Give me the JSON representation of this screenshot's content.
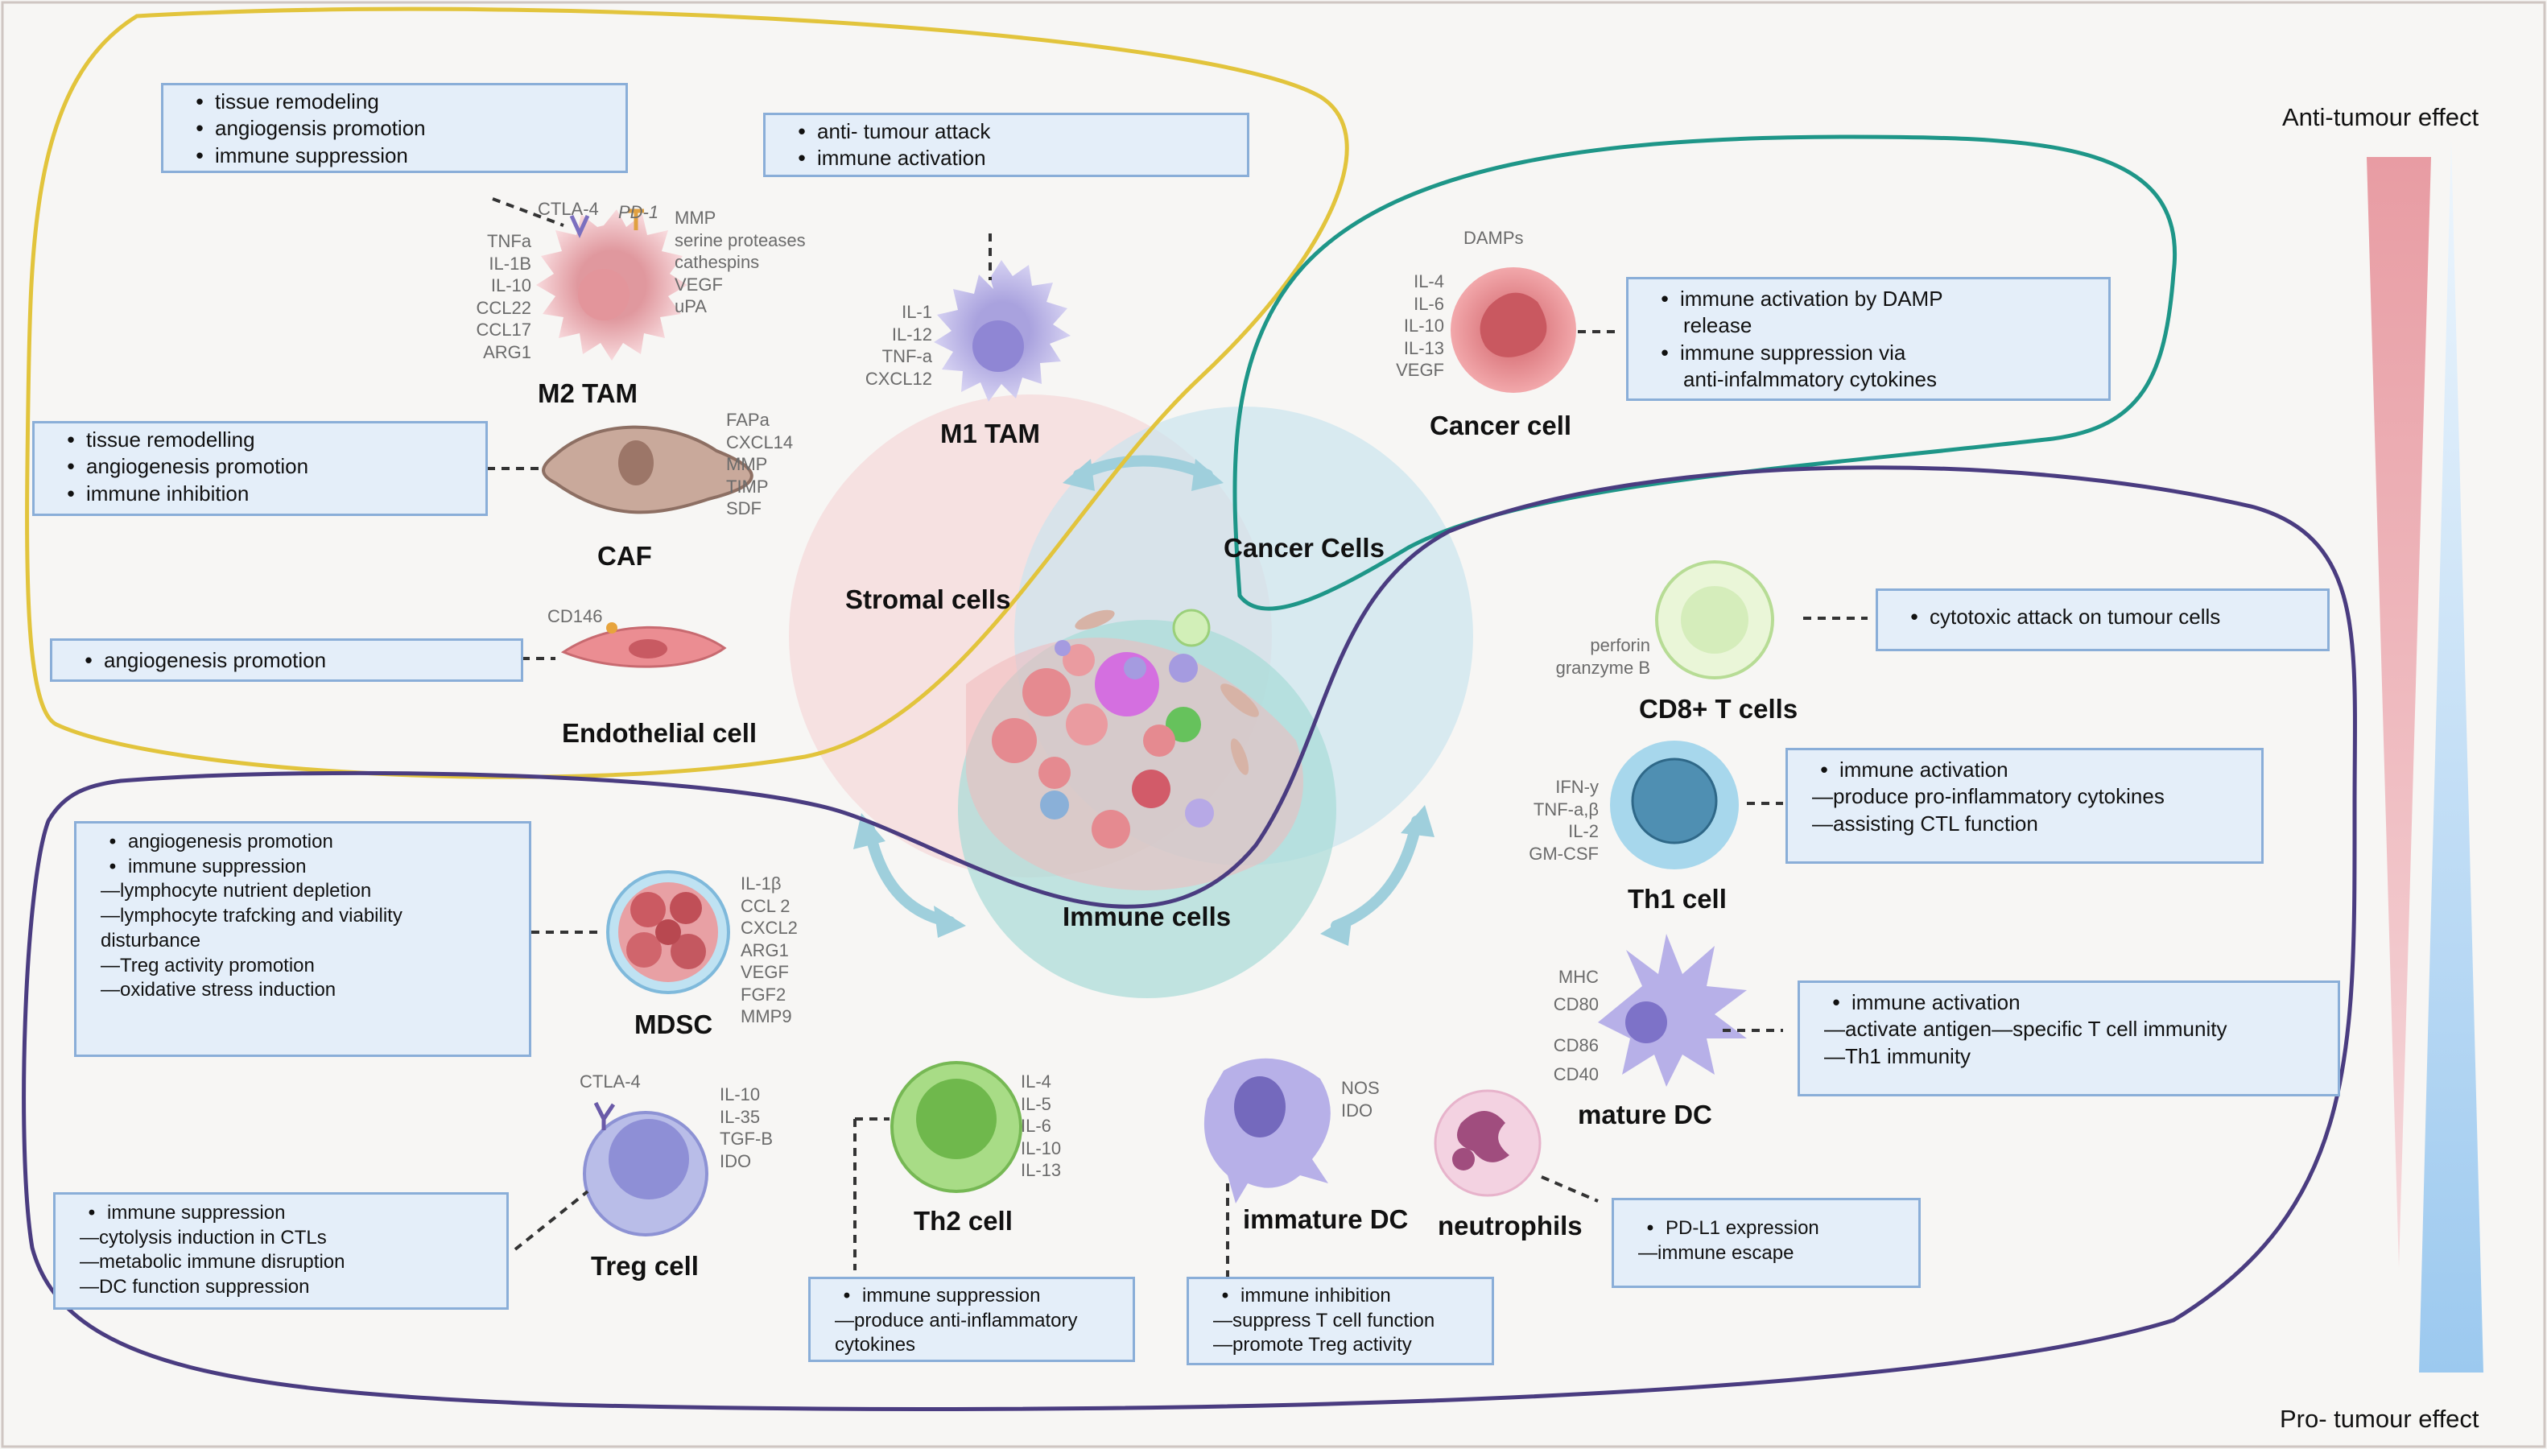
{
  "center": {
    "stromal": "Stromal cells",
    "cancer": "Cancer Cells",
    "immune": "Immune cells"
  },
  "gradient": {
    "top": "Anti-tumour effect",
    "bottom": "Pro- tumour effect"
  },
  "cells": {
    "m2tam": {
      "name": "M2 TAM",
      "receptor_ctla4": "CTLA-4",
      "receptor_pd1": "PD-1",
      "left_markers": [
        "TNFa",
        "IL-1B",
        "IL-10",
        "CCL22",
        "CCL17",
        "ARG1"
      ],
      "right_markers": [
        "MMP",
        "serine proteases",
        "cathespins",
        "VEGF",
        "uPA"
      ],
      "box": [
        "tissue remodeling",
        "angiogensis promotion",
        "immune suppression"
      ]
    },
    "m1tam": {
      "name": "M1 TAM",
      "markers": [
        "IL-1",
        "IL-12",
        "TNF-a",
        "CXCL12"
      ],
      "box": [
        "anti- tumour attack",
        "immune activation"
      ]
    },
    "caf": {
      "name": "CAF",
      "markers": [
        "FAPa",
        "CXCL14",
        "MMP",
        "TIMP",
        "SDF"
      ],
      "box": [
        "tissue remodelling",
        "angiogenesis promotion",
        "immune inhibition"
      ]
    },
    "endothelial": {
      "name": "Endothelial cell",
      "marker": "CD146",
      "box": [
        "angiogenesis promotion"
      ]
    },
    "cancer": {
      "name": "Cancer  cell",
      "top_marker": "DAMPs",
      "markers": [
        "IL-4",
        "IL-6",
        "IL-10",
        "IL-13",
        "VEGF"
      ],
      "box_l1": "immune activation by DAMP",
      "box_l2": "release",
      "box_l3": "immune suppression via",
      "box_l4": "anti-infalmmatory cytokines"
    },
    "cd8": {
      "name": "CD8+ T cells",
      "markers": [
        "perforin",
        "granzyme B"
      ],
      "box": [
        "cytotoxic attack on tumour cells"
      ]
    },
    "th1": {
      "name": "Th1 cell",
      "markers": [
        "IFN-y",
        "TNF-a,β",
        "IL-2",
        "GM-CSF"
      ],
      "box_b1": "immune activation",
      "box_d1": "produce pro-inflammatory cytokines",
      "box_d2": "assisting CTL function"
    },
    "mdsc": {
      "name": "MDSC",
      "markers": [
        "IL-1β",
        "CCL 2",
        "CXCL2",
        "ARG1",
        "VEGF",
        "FGF2",
        "MMP9"
      ],
      "box_b1": "angiogenesis promotion",
      "box_b2": "immune suppression",
      "box_d1": "lymphocyte nutrient depletion",
      "box_d2": "lymphocyte trafcking and viability",
      "box_d2b": "disturbance",
      "box_d3": "Treg activity promotion",
      "box_d4": "oxidative stress induction"
    },
    "matureDC": {
      "name": "mature DC",
      "markers": [
        "MHC",
        "CD80",
        "CD86",
        "CD40"
      ],
      "box_b1": "immune activation",
      "box_d1": "activate antigen—specific T cell immunity",
      "box_d2": "Th1 immunity"
    },
    "treg": {
      "name": "Treg cell",
      "receptor": "CTLA-4",
      "markers": [
        "IL-10",
        "IL-35",
        "TGF-B",
        "IDO"
      ],
      "box_b1": "immune suppression",
      "box_d1": "cytolysis induction in CTLs",
      "box_d2": "metabolic immune disruption",
      "box_d3": "DC function suppression"
    },
    "th2": {
      "name": "Th2 cell",
      "markers": [
        "IL-4",
        "IL-5",
        "IL-6",
        "IL-10",
        "IL-13"
      ],
      "box_b1": "immune suppression",
      "box_d1": "produce anti-inflammatory",
      "box_d1b": "cytokines"
    },
    "immatureDC": {
      "name": "immature DC",
      "markers": [
        "NOS",
        "IDO"
      ],
      "box_b1": "immune inhibition",
      "box_d1": "suppress T cell function",
      "box_d2": "promote Treg activity"
    },
    "neutrophils": {
      "name": "neutrophils",
      "box_b1": "PD-L1 expression",
      "box_d1": "immune escape"
    }
  },
  "colors": {
    "stromal_outline": "#e2c43c",
    "cancer_outline": "#1e9688",
    "immune_outline": "#4a3c80",
    "box_fill": "#e4eef9",
    "box_border": "#8aaed8",
    "gradient_red": "#e89ca3",
    "gradient_blue": "#9cc9ef"
  }
}
